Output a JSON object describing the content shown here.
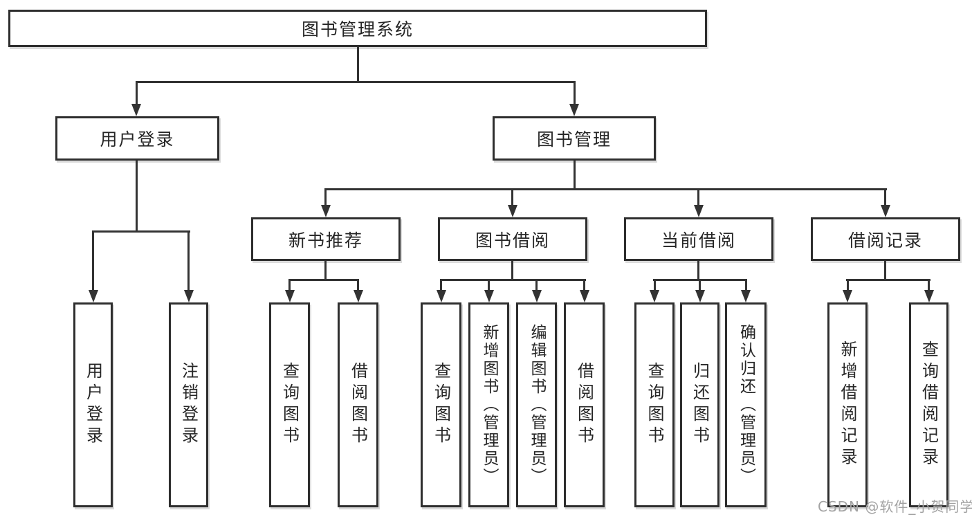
{
  "diagram": {
    "root": "图书管理系统",
    "branches": [
      {
        "label": "用户登录",
        "children": [
          {
            "label": "用户登录"
          },
          {
            "label": "注销登录"
          }
        ]
      },
      {
        "label": "图书管理",
        "children": [
          {
            "label": "新书推荐",
            "children": [
              {
                "label": "查询图书"
              },
              {
                "label": "借阅图书"
              }
            ]
          },
          {
            "label": "图书借阅",
            "children": [
              {
                "label": "查询图书"
              },
              {
                "label": "新增图书（管理员）"
              },
              {
                "label": "编辑图书（管理员）"
              },
              {
                "label": "借阅图书"
              }
            ]
          },
          {
            "label": "当前借阅",
            "children": [
              {
                "label": "查询图书"
              },
              {
                "label": "归还图书"
              },
              {
                "label": "确认归还（管理员）"
              }
            ]
          },
          {
            "label": "借阅记录",
            "children": [
              {
                "label": "新增借阅记录"
              },
              {
                "label": "查询借阅记录"
              }
            ]
          }
        ]
      }
    ]
  },
  "watermark": "CSDN @软件_小贺同学",
  "colors": {
    "line": "#333333",
    "box_border": "#2e2e2e",
    "text": "#262626",
    "background": "#ffffff",
    "watermark": "#a3a3a3"
  }
}
